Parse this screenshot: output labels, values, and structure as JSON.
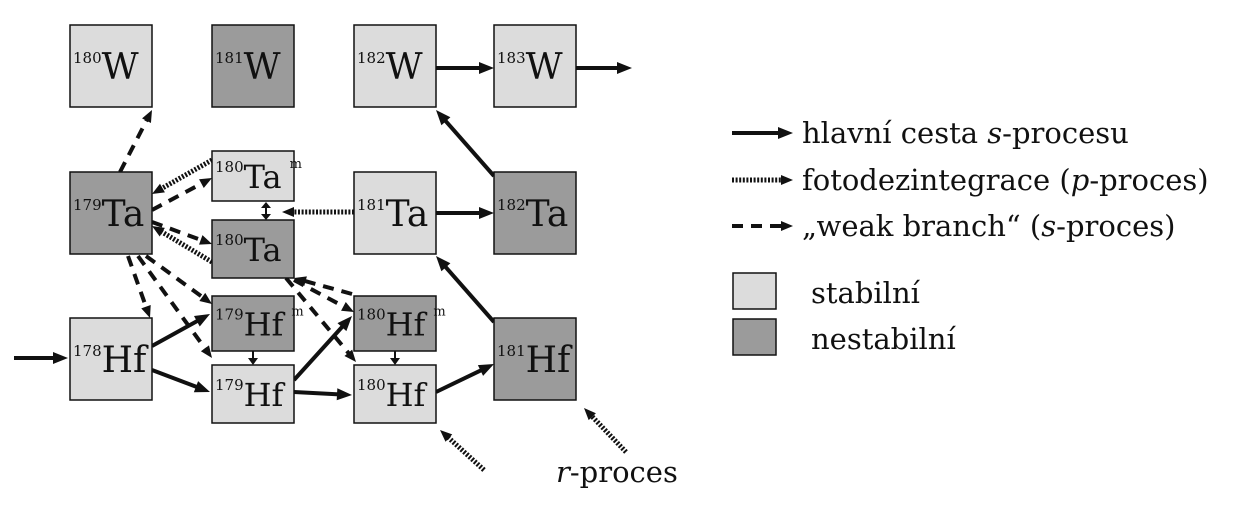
{
  "colors": {
    "stable": "#dcdcdc",
    "unstable": "#9b9b9b",
    "stroke": "#111111"
  },
  "nuclides": [
    {
      "id": "w180",
      "mass": "180",
      "symbol": "W",
      "meta": "",
      "stability": "stable"
    },
    {
      "id": "w181",
      "mass": "181",
      "symbol": "W",
      "meta": "",
      "stability": "unstable"
    },
    {
      "id": "w182",
      "mass": "182",
      "symbol": "W",
      "meta": "",
      "stability": "stable"
    },
    {
      "id": "w183",
      "mass": "183",
      "symbol": "W",
      "meta": "",
      "stability": "stable"
    },
    {
      "id": "ta179",
      "mass": "179",
      "symbol": "Ta",
      "meta": "",
      "stability": "unstable"
    },
    {
      "id": "ta180m",
      "mass": "180",
      "symbol": "Ta",
      "meta": "m",
      "stability": "stable"
    },
    {
      "id": "ta180",
      "mass": "180",
      "symbol": "Ta",
      "meta": "",
      "stability": "unstable"
    },
    {
      "id": "ta181",
      "mass": "181",
      "symbol": "Ta",
      "meta": "",
      "stability": "stable"
    },
    {
      "id": "ta182",
      "mass": "182",
      "symbol": "Ta",
      "meta": "",
      "stability": "unstable"
    },
    {
      "id": "hf178",
      "mass": "178",
      "symbol": "Hf",
      "meta": "",
      "stability": "stable"
    },
    {
      "id": "hf179m",
      "mass": "179",
      "symbol": "Hf",
      "meta": "m",
      "stability": "unstable"
    },
    {
      "id": "hf179",
      "mass": "179",
      "symbol": "Hf",
      "meta": "",
      "stability": "stable"
    },
    {
      "id": "hf180m",
      "mass": "180",
      "symbol": "Hf",
      "meta": "m",
      "stability": "unstable"
    },
    {
      "id": "hf180",
      "mass": "180",
      "symbol": "Hf",
      "meta": "",
      "stability": "stable"
    },
    {
      "id": "hf181",
      "mass": "181",
      "symbol": "Hf",
      "meta": "",
      "stability": "unstable"
    }
  ],
  "legend": {
    "main_path": {
      "pre": "hlavní cesta ",
      "italic": "s",
      "post": "-procesu"
    },
    "photo": {
      "pre": "fotodezintegrace (",
      "italic": "p",
      "post": "-proces)"
    },
    "weak": {
      "pre": "„weak branch“ (",
      "italic": "s",
      "post": "-proces)"
    },
    "stable": "stabilní",
    "unstable": "nestabilní"
  },
  "r_process": {
    "italic": "r",
    "post": "-proces"
  }
}
